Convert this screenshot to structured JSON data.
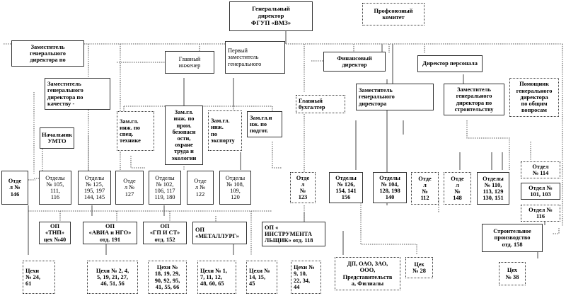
{
  "title": "Организационная структура ФГУП «ВМЗ»",
  "nodes": {
    "general_director": [
      "Генеральный",
      "директор",
      "ФГУП «ВМЗ»"
    ],
    "trade_union": [
      "Профсоюзный",
      "комитет"
    ],
    "deputy_gd_left": [
      "Заместитель",
      "генерального",
      "директора по"
    ],
    "deputy_gd_quality": [
      "Заместитель",
      "генерального",
      "директора по",
      "качеству -"
    ],
    "chief_engineer": [
      "Главный",
      "инженер"
    ],
    "first_deputy": [
      "Первый",
      "заместитель",
      "генерального"
    ],
    "financial_director": [
      "Финансовый",
      "директор"
    ],
    "personnel_director": [
      "Директор персонала"
    ],
    "chief_accountant": [
      "Главный",
      "бухгалтер"
    ],
    "deputy_gd_economics": [
      "Заместитель",
      "генерального",
      "директора"
    ],
    "deputy_gd_construction": [
      "Заместитель",
      "генерального",
      "директора по",
      "строительству"
    ],
    "assistant_gd": [
      "Помощник",
      "генерального",
      "директора",
      "по общим",
      "вопросам"
    ],
    "head_umto": [
      "Начальник",
      "УМТО"
    ],
    "dep_ce_special": [
      "Зам.гл.",
      "инж. по",
      "спец.",
      "технике"
    ],
    "dep_ce_safety": [
      "Зам.гл.",
      "инж. по",
      "пром.",
      "безопасн",
      "ости,",
      "охране",
      "труда и",
      "экологии"
    ],
    "dep_ce_export": [
      "Зам.гл.",
      "инж.",
      "по",
      "экспорту"
    ],
    "dep_ce_prep": [
      "Зам.гл.и",
      "нж. по",
      "подгот."
    ]
  },
  "departments": {
    "d146": [
      "Отде",
      "л №",
      "146"
    ],
    "d105": [
      "Отделы",
      "№ 105,",
      "111,",
      "116"
    ],
    "d125": [
      "Отделы",
      "№ 125,",
      "195, 197",
      "144, 145"
    ],
    "d127": [
      "Отде",
      "л №",
      "127"
    ],
    "d102": [
      "Отделы",
      "№ 102,",
      "106, 117",
      "119, 180"
    ],
    "d122": [
      "Отде",
      "л №",
      "122"
    ],
    "d108": [
      "Отделы",
      "№ 108,",
      "109,",
      "120"
    ],
    "d123": [
      "Отде",
      "л",
      "№",
      "123"
    ],
    "d126": [
      "Отделы",
      "№ 126,",
      "154, 141",
      "156"
    ],
    "d104": [
      "Отделы",
      "№ 104,",
      "128, 198",
      "140"
    ],
    "d112": [
      "Отде",
      "л",
      "№",
      "112"
    ],
    "d148": [
      "Отде",
      "л",
      "№",
      "148"
    ],
    "d110": [
      "Отделы",
      "№ 110,",
      "113, 129",
      "130, 151"
    ],
    "d114": [
      "Отдел",
      "№ 114"
    ],
    "d101": [
      "Отдел №",
      "101, 103"
    ],
    "d116": [
      "Отдел №",
      "116"
    ]
  },
  "subsidiaries": {
    "tnp": [
      "ОП",
      "«ТНП»",
      "цех №40"
    ],
    "avia": [
      "ОП",
      "«АВИА и НГО»",
      "отд. 191"
    ],
    "gpist": [
      "ОП",
      "«ГП И СТ»",
      "отд. 152"
    ],
    "metallurg": [
      "ОП",
      "«МЕТАЛЛУРГ»"
    ],
    "instrument": [
      "ОП «",
      "ИНСТРУМЕНТА",
      "ЛЬЩИК» отд. 118"
    ],
    "construction": [
      "Строительное",
      "производство",
      "отд. 158"
    ]
  },
  "workshops": {
    "w24": [
      "Цехи",
      "№ 24,",
      "61"
    ],
    "w2": [
      "Цехи  № 2, 4,",
      "5, 19, 21, 27,",
      "46, 51, 56"
    ],
    "w18": [
      "Цехи №",
      "18, 19, 29,",
      "90, 92, 95,",
      "41, 55, 66"
    ],
    "w1": [
      "Цехи № 1,",
      "7, 11, 12,",
      "48, 60, 65"
    ],
    "w14": [
      "Цехи №",
      "14, 15,",
      "45"
    ],
    "w9": [
      "Цехи №",
      "9, 10,",
      "22, 34,",
      "44"
    ],
    "affiliates": [
      "ДП, ОАО, ЗАО,",
      "ООО,",
      "Представительств",
      "а, Филиалы"
    ],
    "w28": [
      "Цех",
      "№ 28"
    ],
    "w38": [
      "Цех",
      "№ 38"
    ]
  }
}
